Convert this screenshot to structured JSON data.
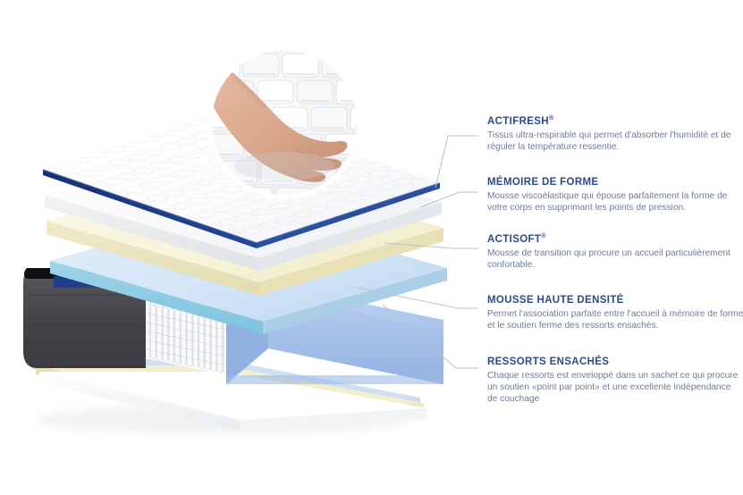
{
  "page": {
    "title": "Composition du matelas - couches",
    "background_color": "#ffffff",
    "heading_color": "#2d4a8a",
    "body_color": "#6e7d96",
    "leader_line_color": "#b9c0cc"
  },
  "inset_photo": {
    "name": "hand-pressing-quilted-fabric",
    "description": "Main appuyant sur le tissu matelassé",
    "shape": "circle"
  },
  "layers": [
    {
      "id": "actifresh",
      "name": "cover-layer",
      "color": "#fdfdfe",
      "edge_color": "#2f3f7a",
      "label": "Tissu de couverture matelassé"
    },
    {
      "id": "memoire",
      "name": "memory-foam-layer",
      "color": "#f5f6f7",
      "edge_color": "#e2e5e9",
      "label": "Mousse à mémoire de forme"
    },
    {
      "id": "actisoft",
      "name": "transition-foam-layer",
      "color": "#f7f4dd",
      "edge_color": "#e9e3bd",
      "label": "Mousse de transition"
    },
    {
      "id": "haute-densite",
      "name": "high-density-foam-layer",
      "color": "#cfe2f5",
      "edge_color": "#7fc6e0",
      "label": "Mousse haute densité"
    },
    {
      "id": "ressorts",
      "name": "pocket-spring-unit",
      "color": "#ffffff",
      "edge_color": "#9fb8e2",
      "side_panel_color": "#4a4a4f",
      "label": "Ressorts ensachés"
    }
  ],
  "callouts": [
    {
      "id": "actifresh",
      "name": "callout-actifresh",
      "title": "ACTIFRESH",
      "registered": "®",
      "body": "Tissus ultra-respirable qui permet d'absorber l'humidité et de réguler la température ressentie."
    },
    {
      "id": "memoire-de-forme",
      "name": "callout-memoire-de-forme",
      "title": "MÉMOIRE DE FORME",
      "registered": "",
      "body": "Mousse viscoélastique qui épouse parfaitement la forme de votre corps en supprimant les points de pression."
    },
    {
      "id": "actisoft",
      "name": "callout-actisoft",
      "title": "ACTISOFT",
      "registered": "®",
      "body": "Mousse de transition qui procure un accueil particulièrement confortable."
    },
    {
      "id": "mousse-haute-densite",
      "name": "callout-mousse-haute-densite",
      "title": "MOUSSE HAUTE DENSITÉ",
      "registered": "",
      "body": "Permet l'association parfaite entre l'accueil à mémoire de forme et le soutien ferme des ressorts ensachés."
    },
    {
      "id": "ressorts-ensaches",
      "name": "callout-ressorts-ensaches",
      "title": "RESSORTS ENSACHÉS",
      "registered": "",
      "body": "Chaque ressorts est enveloppé dans un sachet ce qui procure un soutien «point par point» et une excellente indépendance de couchage"
    }
  ]
}
